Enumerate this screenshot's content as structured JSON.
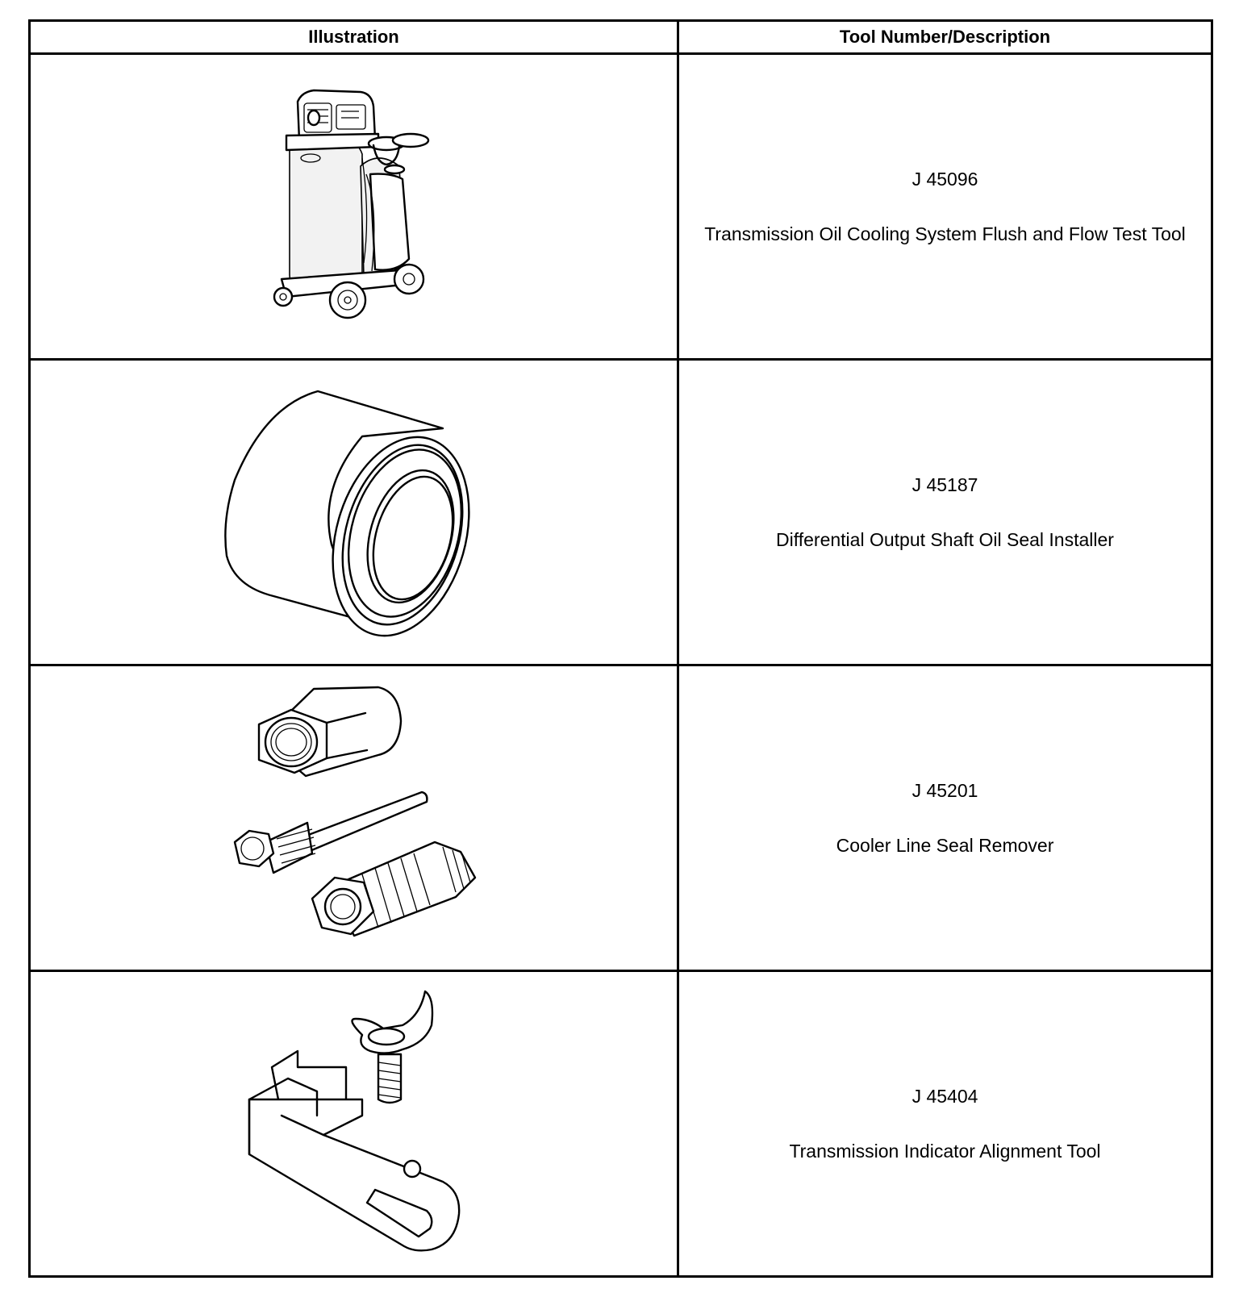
{
  "table": {
    "headers": {
      "illustration": "Illustration",
      "tool": "Tool Number/Description"
    },
    "rows": [
      {
        "number": "J 45096",
        "description": "Transmission Oil Cooling System Flush and Flow Test Tool",
        "icon": "flush-machine-icon"
      },
      {
        "number": "J 45187",
        "description": "Differential Output Shaft Oil Seal Installer",
        "icon": "seal-installer-icon"
      },
      {
        "number": "J 45201",
        "description": "Cooler Line Seal Remover",
        "icon": "seal-remover-icon"
      },
      {
        "number": "J 45404",
        "description": "Transmission Indicator Alignment Tool",
        "icon": "alignment-tool-icon"
      }
    ]
  }
}
